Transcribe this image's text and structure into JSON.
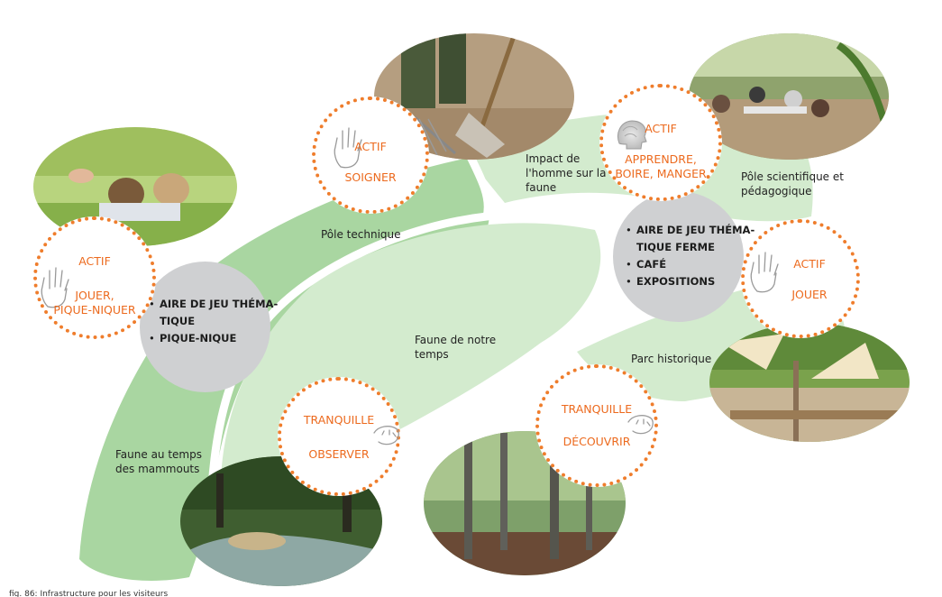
{
  "labels": {
    "pole_technique": "Pôle technique",
    "impact": [
      "Impact de",
      "l'homme sur la",
      "faune"
    ],
    "pole_scientifique": [
      "Pôle scientifique et",
      "pédagogique"
    ],
    "faune_notre_temps": [
      "Faune de notre",
      "temps"
    ],
    "parc_historique": "Parc historique",
    "faune_mammouts": [
      "Faune au temps",
      "des mammouts"
    ]
  },
  "badges": {
    "soigner": {
      "status": "ACTIF",
      "activity": "SOIGNER",
      "icon": "hand-icon"
    },
    "apprendre": {
      "status": "ACTIF",
      "activity": [
        "APPRENDRE,",
        "BOIRE, MANGER"
      ],
      "icon": "head-icon"
    },
    "jouer_piquenique": {
      "status": "ACTIF",
      "activity": [
        "JOUER,",
        "PIQUE-NIQUER"
      ],
      "icon": "hand-icon"
    },
    "jouer": {
      "status": "ACTIF",
      "activity": "JOUER",
      "icon": "hand-icon"
    },
    "observer": {
      "status": "TRANQUILLE",
      "activity": "OBSERVER",
      "icon": "animal-icon"
    },
    "decouvrir": {
      "status": "TRANQUILLE",
      "activity": "DÉCOUVRIR",
      "icon": "animal-icon"
    }
  },
  "infrastructure": {
    "west": [
      "AIRE DE JEU THÉMA-",
      "TIQUE",
      "PIQUE-NIQUE"
    ],
    "east": [
      "AIRE DE JEU THÉMA-",
      "TIQUE FERME",
      "CAFÉ",
      "EXPOSITIONS"
    ]
  },
  "caption": "fig. 86: Infrastructure pour les visiteurs",
  "colors": {
    "orange": "#ec6a1e",
    "green_dark": "#a8d5a0",
    "green_light": "#d4ecd0",
    "gray": "#cfd0d2"
  }
}
